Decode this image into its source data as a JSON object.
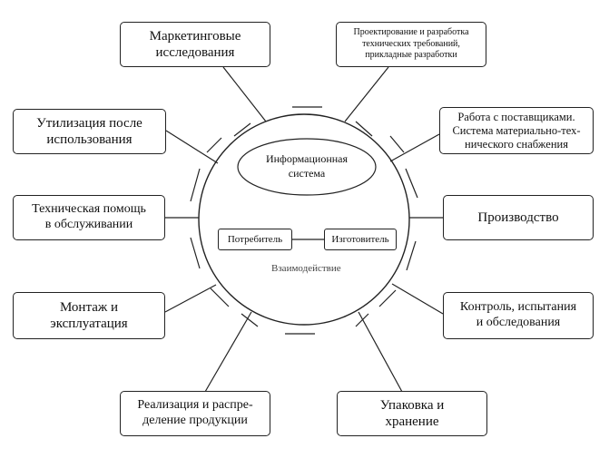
{
  "diagram": {
    "center": {
      "information_system": "Информационная\nсистема",
      "consumer": "Потребитель",
      "manufacturer": "Изготовитель",
      "interaction": "Взаимодействие"
    },
    "stages": {
      "marketing": "Маркетинговые\nисследования",
      "design": "Проектирование и разработка\nтехнических требований,\nприкладные разработки",
      "suppliers": "Работа с поставщиками.\nСистема материально-тех-\nнического снабжения",
      "production": "Производство",
      "control": "Контроль, испытания\nи обследования",
      "packaging": "Упаковка и\nхранение",
      "distribution": "Реализация и распре-\nделение продукции",
      "installation": "Монтаж и\nэксплуатация",
      "tech_support": "Техническая помощь\nв обслуживании",
      "disposal": "Утилизация после\nиспользования"
    }
  }
}
